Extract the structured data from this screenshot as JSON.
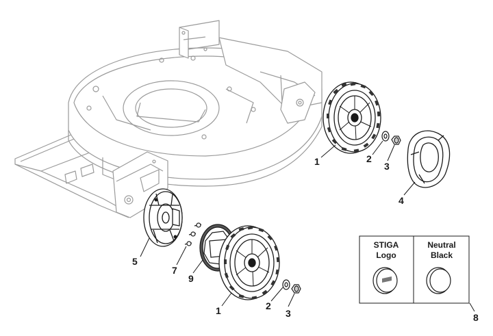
{
  "callouts": {
    "rear_wheel": "1",
    "rear_washer": "2",
    "rear_nut": "3",
    "hubcap_cover": "4",
    "gear_cover": "5",
    "screws": "7",
    "gear_ring": "9",
    "front_wheel": "1",
    "front_washer": "2",
    "front_nut": "3",
    "cap_box": "8"
  },
  "cap_box": {
    "left_line1": "STIGA",
    "left_line2": "Logo",
    "right_line1": "Neutral",
    "right_line2": "Black"
  },
  "colors": {
    "deck": "#9a9a9a",
    "parts": "#1a1a1a"
  }
}
